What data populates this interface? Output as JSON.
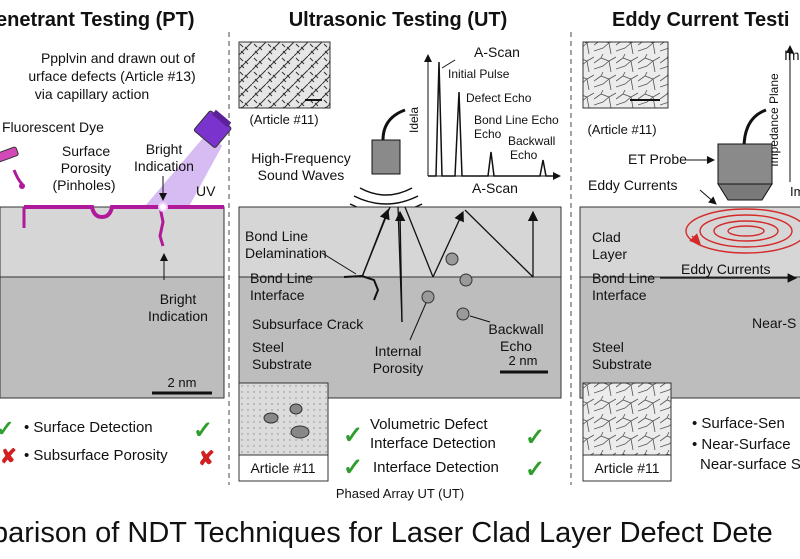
{
  "title": "parison of NDT Techniques for Laser Clad Layer Defect Dete",
  "colors": {
    "accent": "#b0199a",
    "uv": "#8a3fd1",
    "ok": "#2f9e2f",
    "bad": "#d02020",
    "eddy": "#d42a2a",
    "material_top": "#d6d6d6",
    "material_bottom": "#bdbdbd"
  },
  "pt": {
    "heading": "enetrant Testing (PT)",
    "desc": [
      "Ppplvin and drawn out of",
      "urface defects (Article #13)",
      "via capillary action"
    ],
    "dye_label": "Fluorescent Dye",
    "porosity_label": [
      "Surface",
      "Porosity",
      "(Pinholes)"
    ],
    "bright_top": [
      "Bright",
      "Indication"
    ],
    "uv_label": "UV",
    "bright_bottom": [
      "Bright",
      "Indication"
    ],
    "scale": "2 nm",
    "checks": [
      {
        "label": "• Surface Detection",
        "left": "ok",
        "right": "ok"
      },
      {
        "label": "• Subsurface Porosity",
        "left": "bad",
        "right": "bad"
      }
    ]
  },
  "ut": {
    "heading": "Ultrasonic Testing (UT)",
    "article_top": "(Article #11)",
    "hf_label": [
      "High-Frequency",
      "Sound Waves"
    ],
    "ascan_title": "A-Scan",
    "ascan_xlabel": "A-Scan",
    "ascan_ylabel": "Idela",
    "peaks": [
      "Initial Pulse",
      "Defect Echo",
      "Bond Line Echo",
      "Echo",
      "Backwall",
      "Echo"
    ],
    "labels": {
      "delam": [
        "Bond Line",
        "Delamination"
      ],
      "interface": [
        "Bond Line",
        "Interface"
      ],
      "crack": "Subsurface Crack",
      "steel": [
        "Steel",
        "Substrate"
      ],
      "porosity": [
        "Internal",
        "Porosity"
      ],
      "backwall": [
        "Backwall",
        "Echo"
      ]
    },
    "scale": "2 nm",
    "article_bottom": "Article #11",
    "checks": [
      "Volumetric Defect",
      "Interface Detection",
      "Interface Detection"
    ],
    "footer": "Phased Array UT (UT)"
  },
  "ec": {
    "heading": "Eddy Current Testi",
    "article_top": "(Article #11)",
    "plane_axis": "Impedance Plane",
    "plane_top": "Im",
    "plane_bottom": "Im",
    "probe": "ET Probe",
    "eddy_label": "Eddy Currents",
    "eddy_label2": "Eddy Currents",
    "clad": [
      "Clad",
      "Layer"
    ],
    "interface": [
      "Bond Line",
      "Interface"
    ],
    "near": "Near-S",
    "steel": [
      "Steel",
      "Substrate"
    ],
    "article_bottom": "Article #11",
    "bullets": [
      "• Surface-Sen",
      "• Near-Surface",
      "Near-surface S"
    ]
  }
}
